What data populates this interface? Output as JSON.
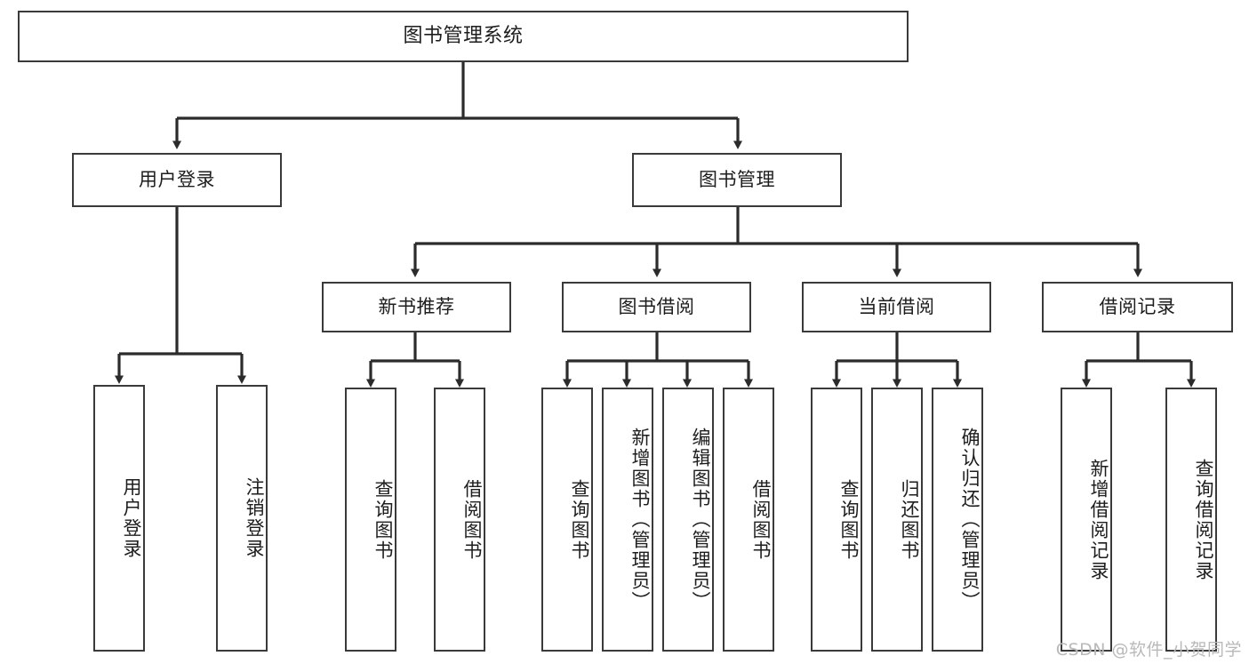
{
  "diagram": {
    "title": "图书管理系统",
    "watermark": "CSDN @软件_小贺同学",
    "colors": {
      "background": "#ffffff",
      "box_border": "#3a3a3a",
      "box_fill": "#ffffff",
      "text": "#1d1d1d",
      "connector": "#2b2b2b",
      "watermark": "#b9b9b9"
    },
    "levels": {
      "root": "图书管理系统",
      "level2": [
        {
          "label": "用户登录"
        },
        {
          "label": "图书管理"
        }
      ],
      "level3": [
        {
          "label": "新书推荐"
        },
        {
          "label": "图书借阅"
        },
        {
          "label": "当前借阅"
        },
        {
          "label": "借阅记录"
        }
      ]
    },
    "nodes": {
      "root": "图书管理系统",
      "user_login": "用户登录",
      "book_manage": "图书管理",
      "new_book_rec": "新书推荐",
      "book_borrow": "图书借阅",
      "current_borrow": "当前借阅",
      "borrow_record": "借阅记录",
      "leaf_user_login": "用户登录",
      "leaf_logout": "注销登录",
      "leaf_query_book_1": "查询图书",
      "leaf_borrow_book_1": "借阅图书",
      "leaf_query_book_2": "查询图书",
      "leaf_add_book_admin": "新增图书（管理员）",
      "leaf_edit_book_admin": "编辑图书（管理员）",
      "leaf_borrow_book_2": "借阅图书",
      "leaf_query_book_3": "查询图书",
      "leaf_return_book": "归还图书",
      "leaf_confirm_return_admin": "确认归还（管理员）",
      "leaf_add_record": "新增借阅记录",
      "leaf_query_record": "查询借阅记录"
    }
  }
}
